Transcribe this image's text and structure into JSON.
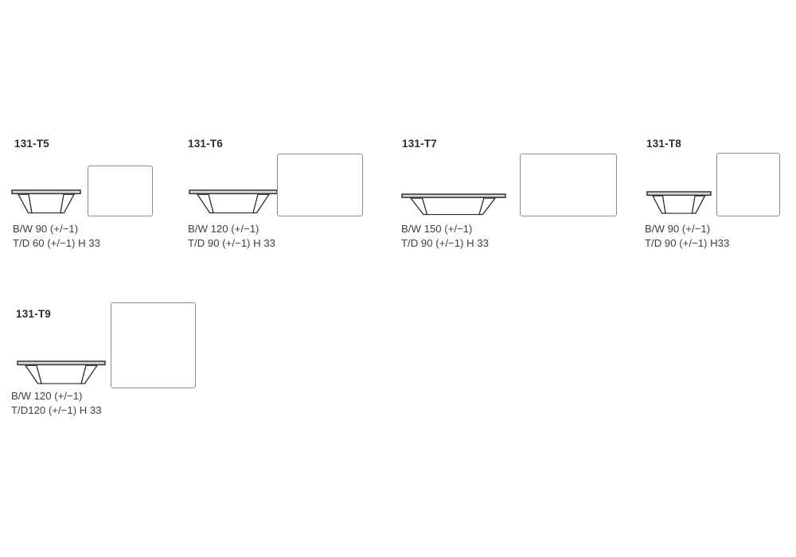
{
  "document": {
    "type": "product-dimension-sheet",
    "background_color": "#ffffff",
    "line_color": "#2b2b2b",
    "plan_outline_color": "#8d8d8d",
    "text_color": "#3f3f3f"
  },
  "items": [
    {
      "code": "131-T5",
      "dim_line_1": "B/W 90 (+/−1)",
      "dim_line_2": "T/D 60 (+/−1) H 33",
      "width_cm": 90,
      "depth_cm": 60,
      "height_cm": 33
    },
    {
      "code": "131-T6",
      "dim_line_1": "B/W 120 (+/−1)",
      "dim_line_2": "T/D 90 (+/−1) H 33",
      "width_cm": 120,
      "depth_cm": 90,
      "height_cm": 33
    },
    {
      "code": "131-T7",
      "dim_line_1": "B/W 150 (+/−1)",
      "dim_line_2": "T/D 90 (+/−1) H 33",
      "width_cm": 150,
      "depth_cm": 90,
      "height_cm": 33
    },
    {
      "code": "131-T8",
      "dim_line_1": "B/W 90 (+/−1)",
      "dim_line_2": "T/D 90 (+/−1) H33",
      "width_cm": 90,
      "depth_cm": 90,
      "height_cm": 33
    },
    {
      "code": "131-T9",
      "dim_line_1": "B/W 120 (+/−1)",
      "dim_line_2": "T/D120 (+/−1) H 33",
      "width_cm": 120,
      "depth_cm": 120,
      "height_cm": 33
    }
  ]
}
